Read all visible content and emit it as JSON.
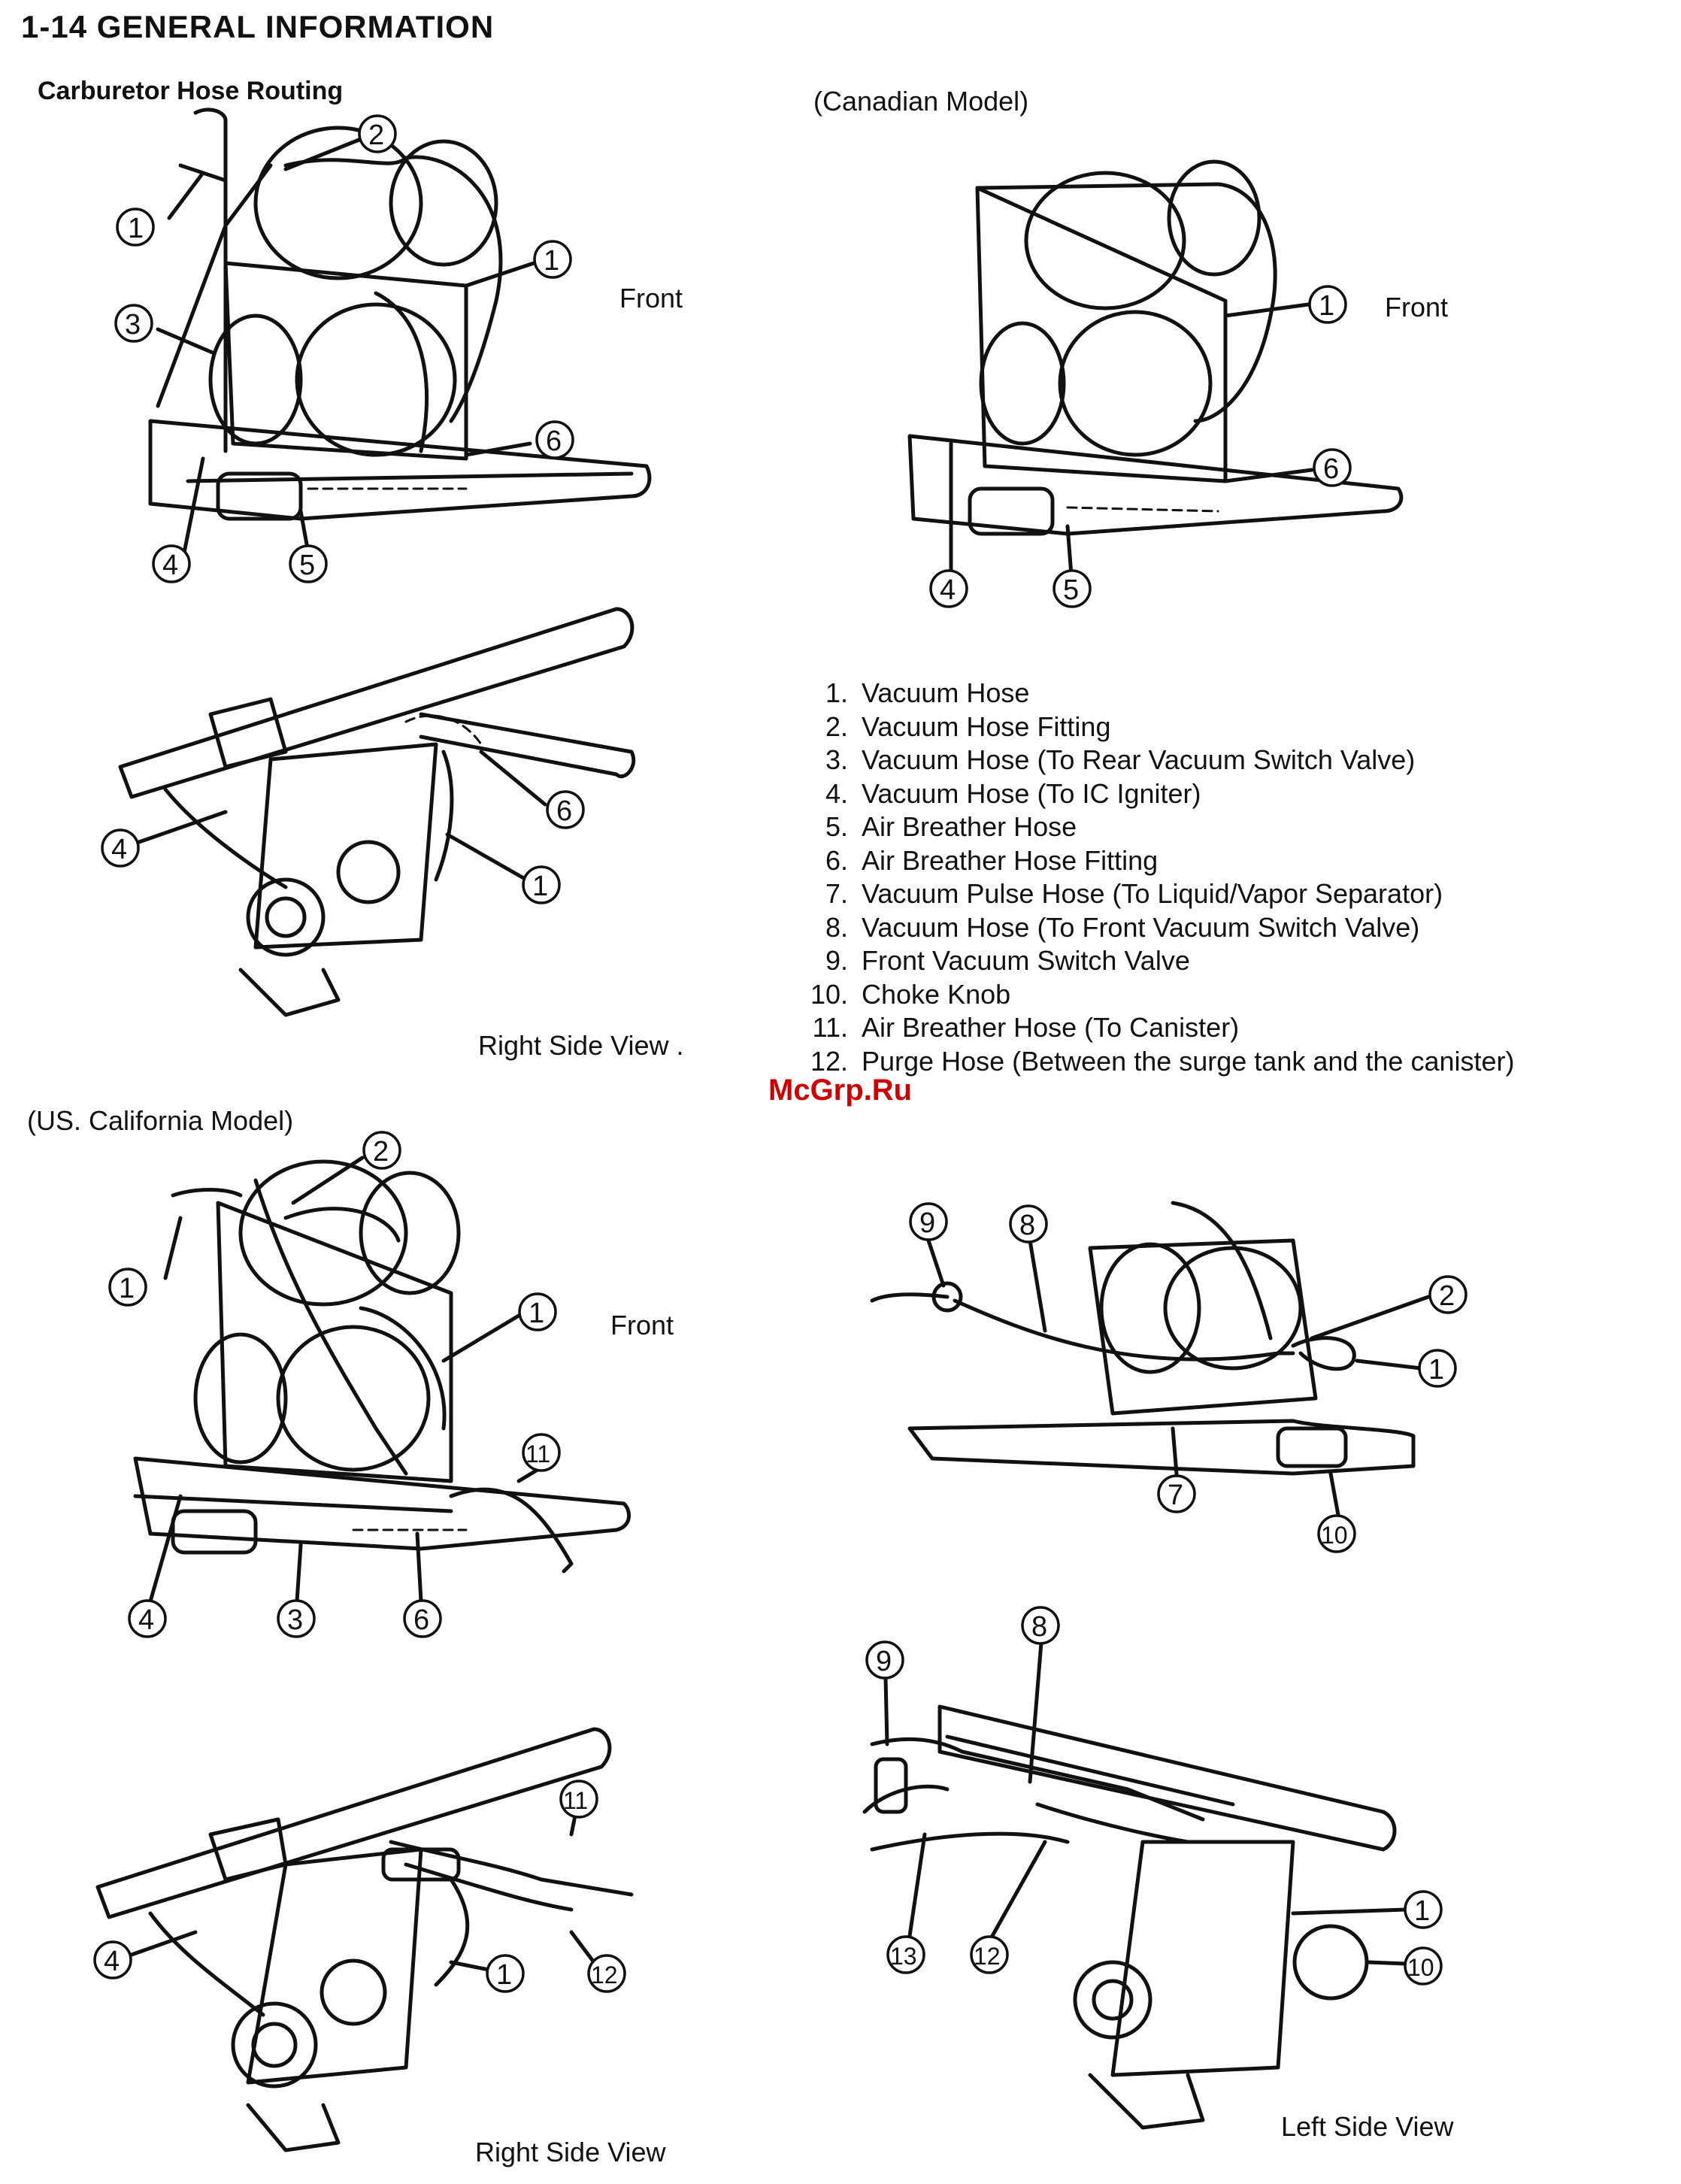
{
  "header": {
    "title": "1-14 GENERAL INFORMATION"
  },
  "section": {
    "title": "Carburetor Hose Routing"
  },
  "models": {
    "canadian": "(Canadian Model)",
    "california": "(US. California Model)"
  },
  "labels": {
    "front": "Front",
    "right_side_view": "Right Side View",
    "right_side_view_dot": "Right Side View .",
    "left_side_view": "Left Side View"
  },
  "legend": [
    {
      "num": "1.",
      "text": "Vacuum Hose"
    },
    {
      "num": "2.",
      "text": "Vacuum Hose Fitting"
    },
    {
      "num": "3.",
      "text": "Vacuum Hose (To Rear Vacuum Switch Valve)"
    },
    {
      "num": "4.",
      "text": "Vacuum Hose (To IC Igniter)"
    },
    {
      "num": "5.",
      "text": "Air Breather Hose"
    },
    {
      "num": "6.",
      "text": "Air Breather Hose Fitting"
    },
    {
      "num": "7.",
      "text": "Vacuum Pulse Hose (To Liquid/Vapor Separator)"
    },
    {
      "num": "8.",
      "text": "Vacuum Hose (To Front Vacuum Switch Valve)"
    },
    {
      "num": "9.",
      "text": "Front Vacuum Switch Valve"
    },
    {
      "num": "10.",
      "text": "Choke Knob"
    },
    {
      "num": "11.",
      "text": "Air Breather Hose (To Canister)"
    },
    {
      "num": "12.",
      "text": "Purge Hose (Between the surge tank and the canister)"
    }
  ],
  "watermark": "McGrp.Ru",
  "callouts": {
    "n1": "1",
    "n2": "2",
    "n3": "3",
    "n4": "4",
    "n5": "5",
    "n6": "6",
    "n7": "7",
    "n8": "8",
    "n9": "9",
    "n10": "10",
    "n11": "11",
    "n12": "12",
    "n13": "13"
  }
}
